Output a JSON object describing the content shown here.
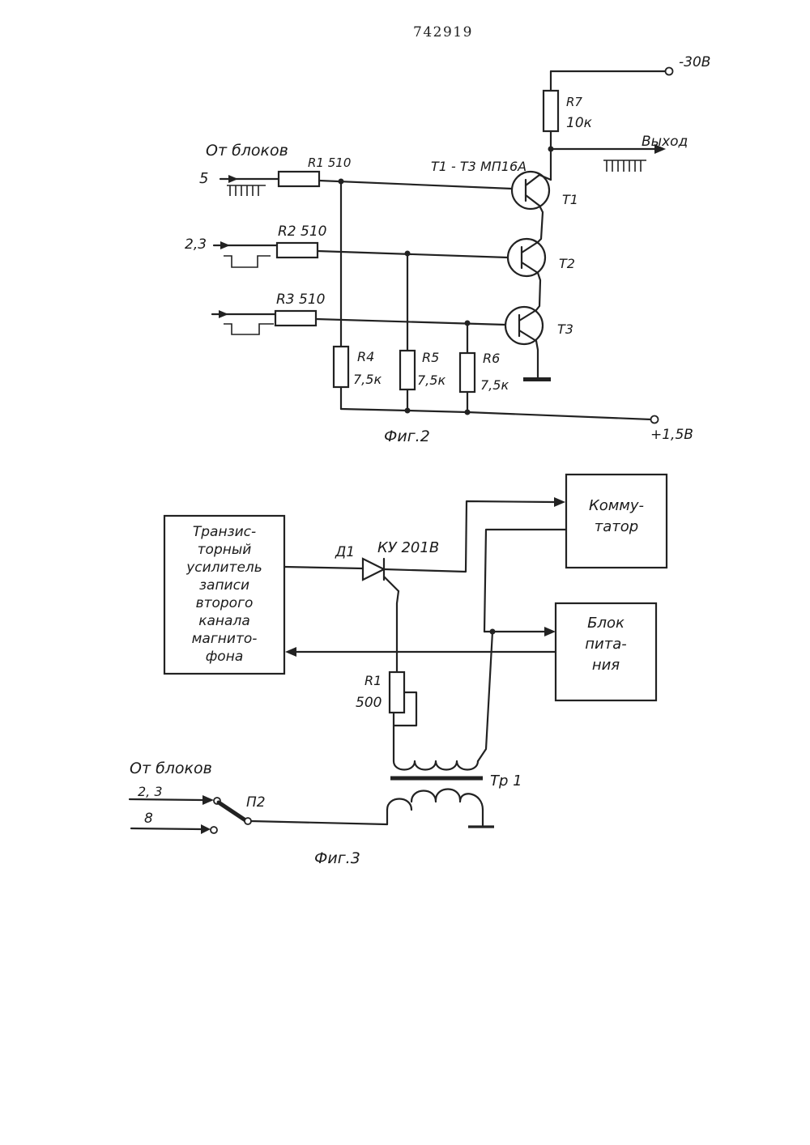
{
  "patent_number": "742919",
  "fig2": {
    "caption": "Фиг.2",
    "from_blocks": "От блоков",
    "inputs": [
      "5",
      "2,3",
      ""
    ],
    "r1": "R1 510",
    "r2": "R2 510",
    "r3": "R3 510",
    "r4": "R4",
    "r4_val": "7,5к",
    "r5": "R5",
    "r5_val": "7,5к",
    "r6": "R6",
    "r6_val": "7,5к",
    "r7": "R7",
    "r7_val": "10к",
    "transistor_type": "T1 - T3 МП16А",
    "t1": "T1",
    "t2": "T2",
    "t3": "T3",
    "supply_neg": "-30В",
    "supply_pos": "+1,5В",
    "output": "Выход"
  },
  "fig3": {
    "caption": "Фиг.3",
    "amp_lines": [
      "Транзис-",
      "торный",
      "усилитель",
      "записи",
      "второго",
      "канала",
      "магнито-",
      "фона"
    ],
    "switch_lines": [
      "Комму-",
      "татор"
    ],
    "power_lines": [
      "Блок",
      "пита-",
      "ния"
    ],
    "diode": "Д1",
    "diode_type": "КУ 201В",
    "r1": "R1",
    "r1_val": "500",
    "transformer": "Тр 1",
    "from_blocks": "От блоков",
    "in_23": "2, 3",
    "in_8": "8",
    "switch": "П2"
  }
}
